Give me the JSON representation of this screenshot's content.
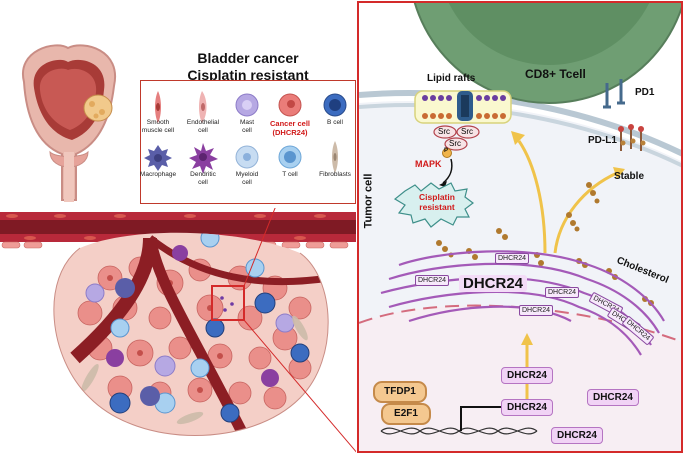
{
  "title": {
    "line1": "Bladder cancer",
    "line2": "Cisplatin resistant"
  },
  "legend": [
    {
      "name": "Smooth muscle cell",
      "l1": "Smooth",
      "l2": "muscle cell",
      "color": "#e57f7f",
      "highlight": false
    },
    {
      "name": "Endothelial cell",
      "l1": "Endothelial",
      "l2": "cell",
      "color": "#e89a9a",
      "highlight": false
    },
    {
      "name": "Mast cell",
      "l1": "Mast",
      "l2": "cell",
      "color": "#a89ad8",
      "highlight": false
    },
    {
      "name": "Cancer cell (DHCR24)",
      "l1": "Cancer cell",
      "l2": "(DHCR24)",
      "color": "#e8706e",
      "highlight": true
    },
    {
      "name": "B cell",
      "l1": "B cell",
      "l2": "",
      "color": "#3c6cc0",
      "highlight": false
    },
    {
      "name": "Macrophage",
      "l1": "Macrophage",
      "l2": "",
      "color": "#5a5ea8",
      "highlight": false
    },
    {
      "name": "Dendritic cell",
      "l1": "Dendritic",
      "l2": "cell",
      "color": "#8a3fa0",
      "highlight": false
    },
    {
      "name": "Myeloid cell",
      "l1": "Myeloid",
      "l2": "cell",
      "color": "#b7d3ee",
      "highlight": false
    },
    {
      "name": "T cell",
      "l1": "T cell",
      "l2": "",
      "color": "#7fb8e6",
      "highlight": false
    },
    {
      "name": "Fibroblasts",
      "l1": "Fibroblasts",
      "l2": "",
      "color": "#c9b8a8",
      "highlight": false
    }
  ],
  "right_panel": {
    "cd8": "CD8+ Tcell",
    "pd1": "PD1",
    "pdl1": "PD-L1",
    "stable": "Stable",
    "lipid_rafts": "Lipid rafts",
    "src": "Src",
    "p": "P",
    "mapk": "MAPK",
    "cisplatin_1": "Cisplatin",
    "cisplatin_2": "resistant",
    "tumor_cell": "Tumor cell",
    "cholesterol": "Cholesterol",
    "dhcr24": "DHCR24",
    "tfdp1": "TFDP1",
    "e2f1": "E2F1"
  },
  "colors": {
    "accent_red": "#d42a2a",
    "tcell_green": "#6f9e73",
    "membrane_gray": "#b9c8d3",
    "er_purple": "#a45ab8",
    "arrow_yellow": "#f0c34a",
    "vessel": "#8c1e24"
  }
}
